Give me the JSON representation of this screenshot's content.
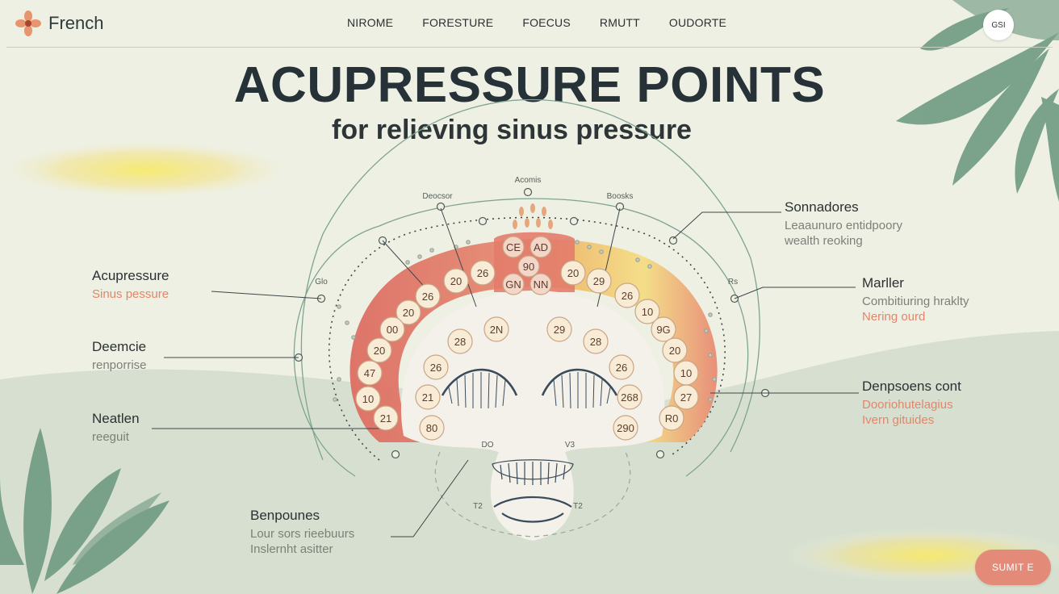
{
  "header": {
    "brand": "French",
    "nav": [
      "NIROME",
      "FORESTURE",
      "FOECUS",
      "RMUTT",
      "OUDORTE"
    ],
    "profile_label": "GSI"
  },
  "title": "ACUPRESSURE POINTS",
  "subtitle": "for relieving sinus pressure",
  "diagram": {
    "top_labels": [
      "Acomis",
      "Deocsor",
      "Boosks"
    ],
    "side_small_labels": [
      "Glo",
      "Rs"
    ],
    "face_labels": [
      "DO",
      "V3",
      "T2",
      "T2"
    ],
    "forehead_points": [
      "CE",
      "AD",
      "90",
      "GN",
      "NN"
    ],
    "left_arc_points": [
      "26",
      "20",
      "26",
      "20",
      "00",
      "20",
      "47",
      "10",
      "21"
    ],
    "inner_left_points": [
      "2N",
      "28",
      "26",
      "21",
      "80"
    ],
    "inner_right_points": [
      "29",
      "28",
      "26",
      "268",
      "290"
    ],
    "right_arc_points": [
      "20",
      "29",
      "26",
      "10",
      "9G",
      "20",
      "10",
      "27",
      "R0"
    ]
  },
  "left_labels": [
    {
      "title": "Acupressure",
      "sub": "Sinus pessure"
    },
    {
      "title": "Deemcie",
      "sub": "renporrise"
    },
    {
      "title": "Neatlen",
      "sub": "reeguit"
    },
    {
      "title": "Benpounes",
      "sub": "Lour sors rieebuurs",
      "sub2": "Inslernht asitter"
    }
  ],
  "right_labels": [
    {
      "title": "Sonnadores",
      "sub": "Leaaunuro entidpoory",
      "sub2": "wealth reoking"
    },
    {
      "title": "Marller",
      "sub": "Combitiuring hraklty",
      "sub2": "Nering ourd"
    },
    {
      "title": "Denpsoens cont",
      "sub": "Dooriohutelagius",
      "sub2": "Ivern gituides"
    }
  ],
  "submit_label": "SUMIT E",
  "colors": {
    "background": "#eef0e4",
    "arc_red": "#e0786a",
    "arc_yellow": "#f2d77a",
    "accent_orange": "#e2866a",
    "leaf_green": "#6f9a82",
    "button": "#e48a78"
  }
}
